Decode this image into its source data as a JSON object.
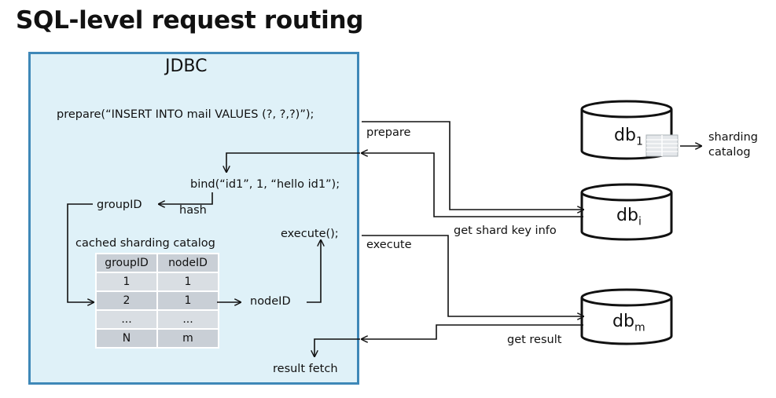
{
  "title": "SQL-level request routing",
  "jdbc": {
    "title": "JDBC",
    "prepare_call": "prepare(“INSERT INTO mail VALUES (?, ?,?)”);",
    "bind_call": "bind(“id1”, 1, “hello id1”);",
    "group_id": "groupID",
    "hash": "hash",
    "cache_title": "cached sharding catalog",
    "execute_call": "execute();",
    "node_id": "nodeID",
    "result_fetch": "result fetch"
  },
  "cache_table": {
    "headers": [
      "groupID",
      "nodeID"
    ],
    "rows": [
      [
        "1",
        "1"
      ],
      [
        "2",
        "1"
      ],
      [
        "...",
        "..."
      ],
      [
        "N",
        "m"
      ]
    ]
  },
  "messages": {
    "prepare": "prepare",
    "get_shard_key_info": "get shard key info",
    "execute": "execute",
    "get_result": "get result"
  },
  "databases": [
    {
      "name": "db",
      "sub": "1"
    },
    {
      "name": "db",
      "sub": "i"
    },
    {
      "name": "db",
      "sub": "m"
    }
  ],
  "sharding_catalog": "sharding\ncatalog",
  "colors": {
    "jdbc_fill": "#dff1f8",
    "jdbc_border": "#3f88b8",
    "table_header": "#c9cfd6",
    "table_row": "#d9dee3"
  }
}
